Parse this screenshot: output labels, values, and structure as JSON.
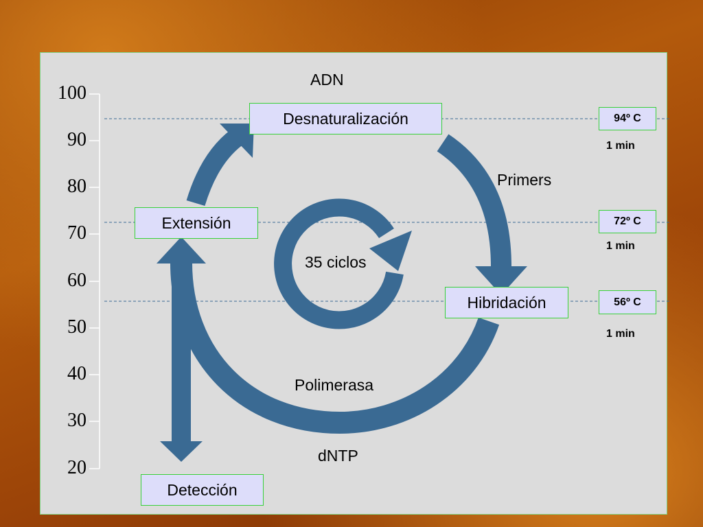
{
  "title": "ADN",
  "axis": {
    "ticks": [
      "100",
      "90",
      "80",
      "70",
      "60",
      "50",
      "40",
      "30",
      "20"
    ]
  },
  "steps": {
    "denaturation": "Desnaturalización",
    "hybridization": "Hibridación",
    "extension": "Extensión",
    "detection": "Detección"
  },
  "temperatures": {
    "t94": {
      "label": "94º C",
      "time": "1 min"
    },
    "t72": {
      "label": "72º C",
      "time": "1 min"
    },
    "t56": {
      "label": "56º C",
      "time": "1 min"
    }
  },
  "labels": {
    "primers": "Primers",
    "cycles": "35 ciclos",
    "polymerase": "Polimerasa",
    "dntp": "dNTP"
  },
  "colors": {
    "arrow": "#3a6a93",
    "box_fill": "#ddddfa",
    "box_border": "#38d038",
    "panel": "#dcdcdc"
  }
}
